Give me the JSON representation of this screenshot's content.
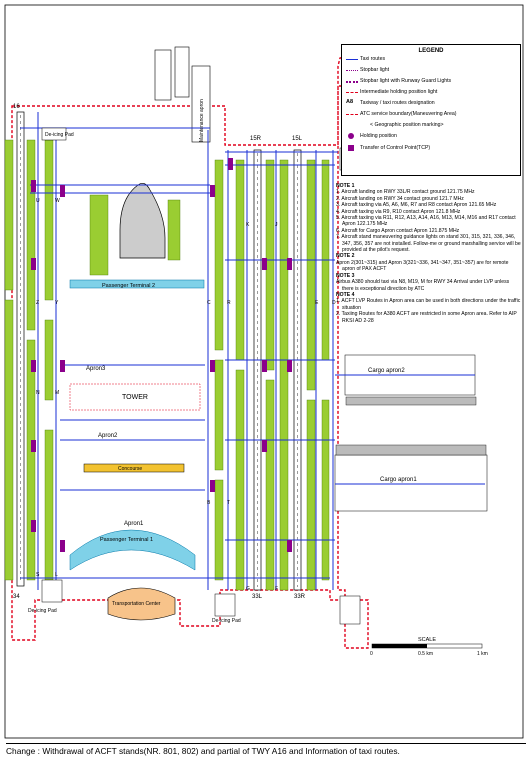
{
  "legend": {
    "title": "LEGEND",
    "items": [
      {
        "label": "Taxi routes"
      },
      {
        "label": "Stopbar light"
      },
      {
        "label": "Stopbar light with Runway Guard Lights"
      },
      {
        "label": "Intermediate holding position light"
      },
      {
        "code": "A8",
        "label": "Taxiway / taxi routes designation"
      },
      {
        "label": "ATC service boundary(Maneuvering Area)"
      },
      {
        "label": "< Geographic position marking>"
      },
      {
        "label": "Holding position"
      },
      {
        "label": "Transfer of Control Point(TCP)"
      }
    ]
  },
  "notes": [
    {
      "head": "NOTE 1",
      "items": [
        "1. Aircraft landing on RWY 33L/R contact ground 121.75 MHz",
        "2. Aircraft landing on RWY 34 contact ground 121.7 MHz",
        "3. Aircraft taxiing via A5, A6, M6, R7 and R8 contact Apron 121.65 MHz",
        "4. Aircraft taxiing via R9, R10 contact Apron 121.8 MHz",
        "5. Aircraft taxiing via R11, R12, A13, A14, A16, M13, M14, M16 and R17 contact Apron 122.175 MHz",
        "6. Aircraft for Cargo Apron contact Apron 121.875 MHz",
        "7. Aircraft stand maneuvering guidance lights on stand 301, 315, 321, 336, 346, 347, 356, 357 are not installed. Follow-me or ground marshalling service will be provided at the pilot's request."
      ]
    },
    {
      "head": "NOTE 2",
      "items": [
        "Apron 2(301~315) and Apron 3(321~336, 341~347, 351~357) are for remote apron of PAX ACFT"
      ]
    },
    {
      "head": "NOTE 3",
      "items": [
        "Airbus A380 should taxi via N8, M19, M for RWY 34 Arrival under LVP unless there is exceptional direction by ATC"
      ]
    },
    {
      "head": "NOTE 4",
      "items": [
        "1. ACFT LVP Routes in Apron area can be used in both directions under the traffic situation",
        "2. Taxiing Routes for A380 ACFT are restricted in some Apron area. Refer to AIP RKSI AD 2-28"
      ]
    }
  ],
  "labels": {
    "runways": [
      "16",
      "34",
      "15R",
      "15L",
      "33L",
      "33R"
    ],
    "deicing_pad": "De-icing Pad",
    "maintenance": "Maintenance apron",
    "passenger_terminal2": "Passenger Terminal 2",
    "passenger_terminal1": "Passenger Terminal 1",
    "transportation_center": "Transportation Center",
    "concourse": "Concourse",
    "tower": "TOWER",
    "apron1": "Apron1",
    "apron2": "Apron2",
    "apron3": "Apron3",
    "cargo_apron1": "Cargo apron1",
    "cargo_apron2": "Cargo apron2",
    "twy_letters": [
      "U",
      "W",
      "Z",
      "Y",
      "N",
      "M",
      "K",
      "J",
      "G",
      "F",
      "E",
      "D",
      "C",
      "R",
      "B",
      "T",
      "S",
      "L"
    ]
  },
  "scale": {
    "title": "SCALE",
    "ticks": [
      "0",
      "0.5 km",
      "1 km"
    ]
  },
  "change_note": "Change : Withdrawal of ACFT stands(NR. 801, 802) and partial of TWY A16 and Information of taxi routes."
}
